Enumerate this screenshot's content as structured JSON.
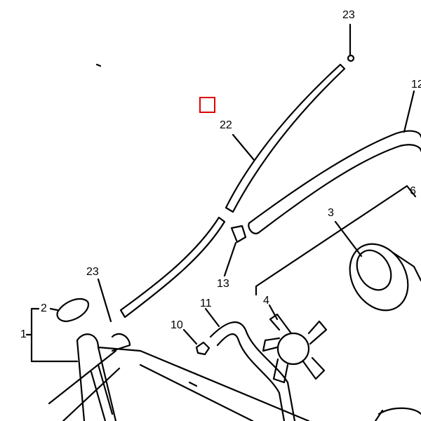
{
  "diagram": {
    "callouts": {
      "c23_top": "23",
      "c12": "12",
      "c22": "22",
      "c6": "6",
      "c3": "3",
      "c13": "13",
      "c4": "4",
      "c23_left": "23",
      "c2": "2",
      "c1": "1",
      "c11": "11",
      "c10": "10"
    },
    "selection_color": "#e00000"
  }
}
